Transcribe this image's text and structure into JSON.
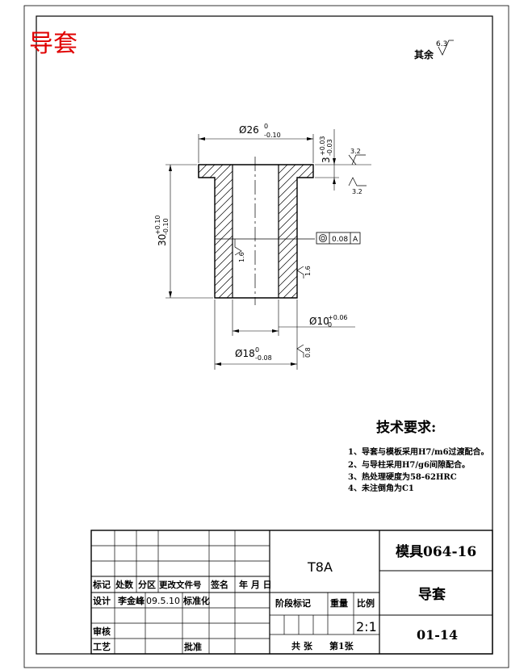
{
  "drawing": {
    "part_title": "导套",
    "surface_note": {
      "prefix": "其余",
      "roughness": "6.3"
    },
    "dims": {
      "outer_flange": {
        "prefix": "Ø26",
        "upper": "0",
        "lower": "-0.10"
      },
      "flange_height": {
        "prefix": "3",
        "upper": "+0.03",
        "lower": "-0.03"
      },
      "length": {
        "prefix": "30",
        "upper": "+0.10",
        "lower": "-0.10"
      },
      "bore": {
        "prefix": "Ø10",
        "upper": "+0.06",
        "lower": "0"
      },
      "body": {
        "prefix": "Ø18",
        "upper": "0",
        "lower": "-0.08"
      }
    },
    "roughness_marks": [
      "3.2",
      "3.2",
      "1.6",
      "1.6",
      "0.8"
    ],
    "tolerance_frame": {
      "symbol": "◎",
      "value": "0.08",
      "datum": "A"
    }
  },
  "tech_requirements": {
    "title": "技术要求:",
    "items": [
      "1、导套与模板采用H7/m6过渡配合。",
      "2、与导柱采用H7/g6间隙配合。",
      "3、热处理硬度为58-62HRC",
      "4、未注倒角为C1"
    ]
  },
  "title_block": {
    "header": {
      "mark": "标记",
      "count": "处数",
      "zone": "分区",
      "doc_no": "更改文件号",
      "signature": "签名",
      "date": "年 月 日"
    },
    "design": {
      "label": "设计",
      "name": "李金峰",
      "date": "09.5.10",
      "std_label": "标准化"
    },
    "review": "审核",
    "process": "工艺",
    "approve": "批准",
    "material": "T8A",
    "stage_mark": "阶段标记",
    "weight": "重量",
    "scale_label": "比例",
    "scale": "2:1",
    "sheets": "共  张",
    "sheet_no": "第1张",
    "mold_no": "模具064-16",
    "part_name": "导套",
    "drawing_no": "01-14"
  }
}
